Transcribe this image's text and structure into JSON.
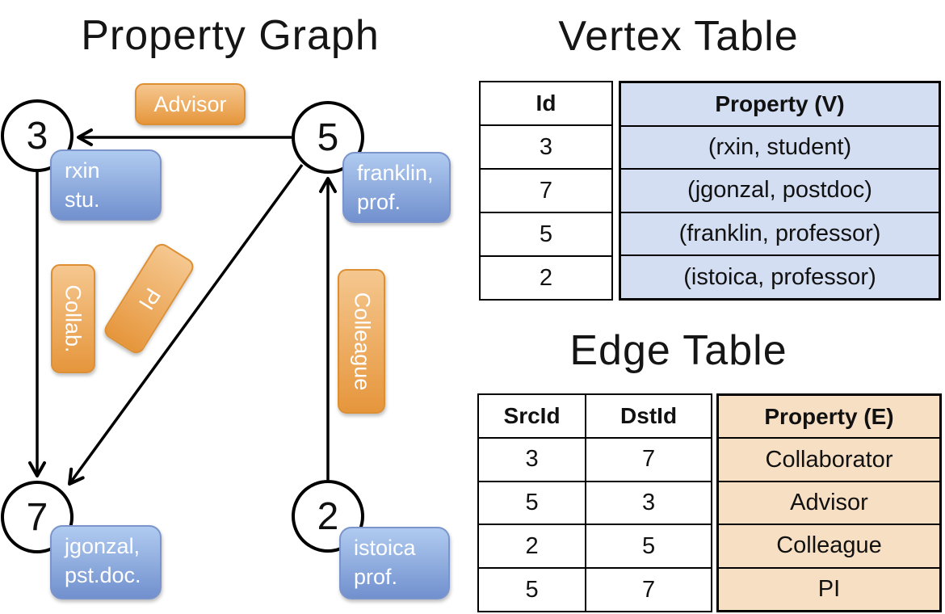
{
  "page": {
    "title_graph": "Property Graph",
    "title_vertex": "Vertex Table",
    "title_edge": "Edge Table"
  },
  "graph": {
    "nodes": [
      {
        "id": "3",
        "line1": "rxin",
        "line2": "stu."
      },
      {
        "id": "5",
        "line1": "franklin,",
        "line2": "prof."
      },
      {
        "id": "7",
        "line1": "jgonzal,",
        "line2": "pst.doc."
      },
      {
        "id": "2",
        "line1": "istoica",
        "line2": "prof."
      }
    ],
    "edges": [
      {
        "label": "Advisor"
      },
      {
        "label": "Collab."
      },
      {
        "label": "PI"
      },
      {
        "label": "Colleague"
      }
    ]
  },
  "vertex_table": {
    "headers": {
      "id": "Id",
      "property": "Property (V)"
    },
    "rows": [
      {
        "id": "3",
        "property": "(rxin, student)"
      },
      {
        "id": "7",
        "property": "(jgonzal, postdoc)"
      },
      {
        "id": "5",
        "property": "(franklin, professor)"
      },
      {
        "id": "2",
        "property": "(istoica, professor)"
      }
    ]
  },
  "edge_table": {
    "headers": {
      "src": "SrcId",
      "dst": "DstId",
      "property": "Property (E)"
    },
    "rows": [
      {
        "src": "3",
        "dst": "7",
        "property": "Collaborator"
      },
      {
        "src": "5",
        "dst": "3",
        "property": "Advisor"
      },
      {
        "src": "2",
        "dst": "5",
        "property": "Colleague"
      },
      {
        "src": "5",
        "dst": "7",
        "property": "PI"
      }
    ]
  },
  "colors": {
    "edge_label_fill_top": "#f5c78f",
    "edge_label_fill_bottom": "#e6963c",
    "edge_label_border": "#dd8f33",
    "vertex_label_fill_top": "#b0cbf0",
    "vertex_label_fill_bottom": "#7190ce",
    "vertex_label_border": "#7b95cc",
    "vertex_property_fill": "#d4def2",
    "edge_property_fill": "#f7dfc4",
    "line_color": "#000000"
  }
}
